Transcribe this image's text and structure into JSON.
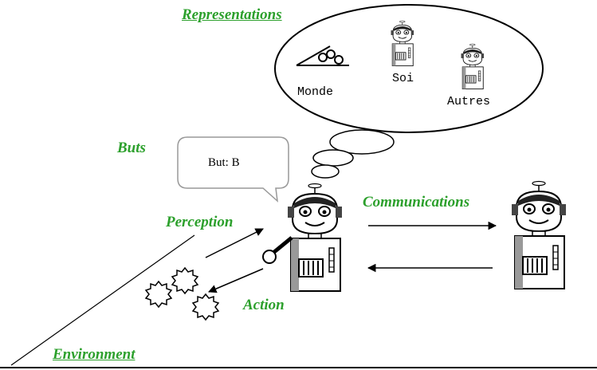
{
  "labels": {
    "representations": "Representations",
    "buts": "Buts",
    "perception": "Perception",
    "communications": "Communications",
    "action": "Action",
    "environment": "Environment"
  },
  "representations_items": {
    "monde": "Monde",
    "soi": "Soi",
    "autres": "Autres"
  },
  "speech_bubble": {
    "text": "But: B"
  },
  "colors": {
    "label_green": "#2ca02c",
    "line": "#000000"
  },
  "icons": [
    "agent-robot-icon",
    "gear-icon",
    "world-objects-icon",
    "thought-cloud-icon",
    "speech-bubble-icon"
  ]
}
